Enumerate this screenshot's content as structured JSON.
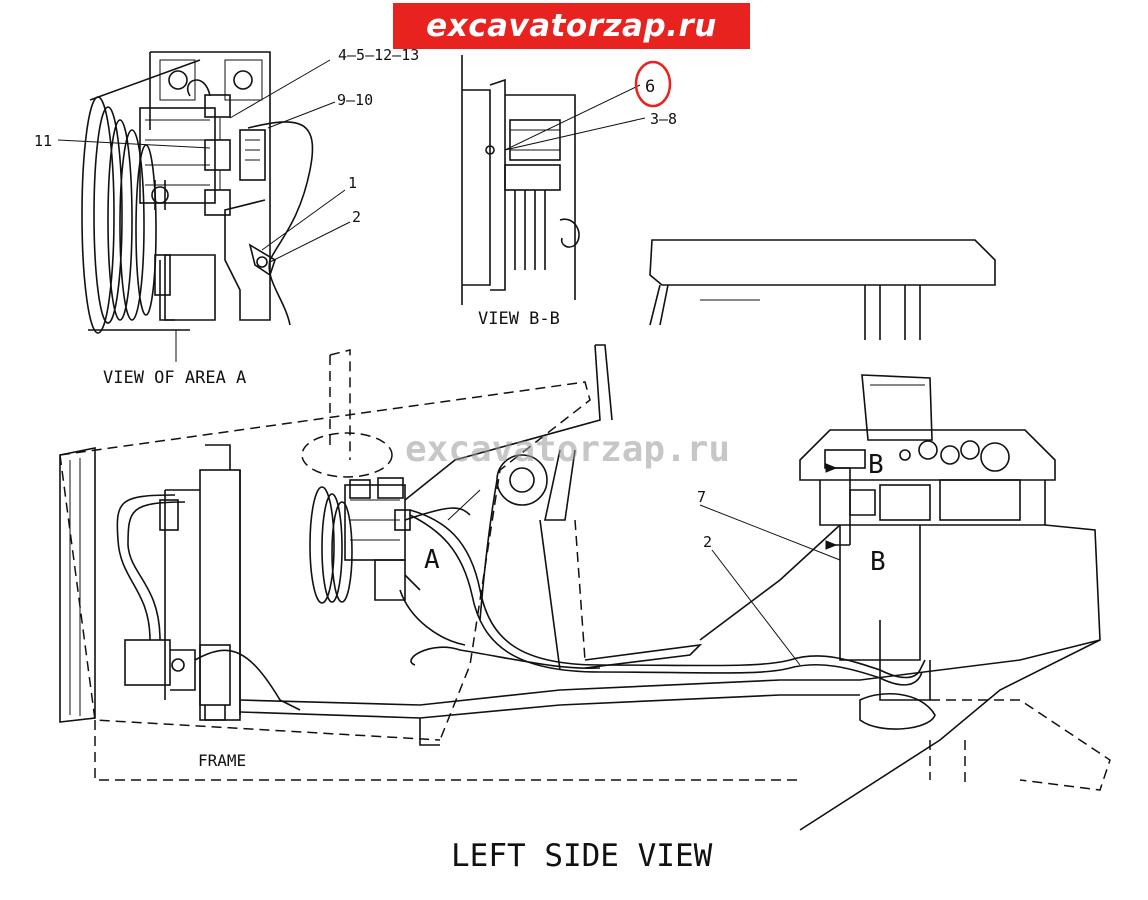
{
  "watermark": {
    "top": "excavatorzap.ru",
    "center": "excavatorzap.ru"
  },
  "views": {
    "area_a": "VIEW OF AREA A",
    "bb": "VIEW B-B",
    "left_side": "LEFT SIDE VIEW",
    "frame": "FRAME"
  },
  "callouts": {
    "c_4_5_12_13": "4—5—12—13",
    "c_9_10": "9—10",
    "c_11": "11",
    "c_1": "1",
    "c_2_top": "2",
    "c_6": "6",
    "c_3_8": "3—8",
    "c_7": "7",
    "c_2_main": "2"
  },
  "section_markers": {
    "a": "A",
    "b_top": "B",
    "b_bottom": "B"
  },
  "highlight_color": "#e8231f"
}
